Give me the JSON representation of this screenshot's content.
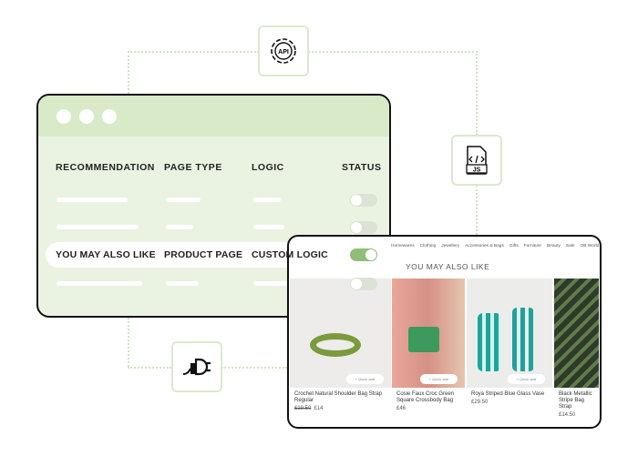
{
  "icons": {
    "api_label": "API",
    "js_label": "JS"
  },
  "table": {
    "headers": [
      "RECOMMENDATION",
      "PAGE TYPE",
      "LOGIC",
      "STATUS"
    ],
    "highlight_row": {
      "recommendation": "YOU MAY ALSO LIKE",
      "page_type": "PRODUCT PAGE",
      "logic": "CUSTOM LOGIC",
      "status_on": true
    }
  },
  "shop": {
    "nav": [
      "Homewares",
      "Clothing",
      "Jewellery",
      "Accessories & Bags",
      "Gifts",
      "Furniture",
      "Beauty",
      "Sale",
      "OB World"
    ],
    "section_title": "YOU MAY ALSO LIKE",
    "quick_add": "+ Quick add",
    "products": [
      {
        "name": "Crochet Natural Shoulder Bag Strap Regular",
        "old_price": "£19.50",
        "price": "£14"
      },
      {
        "name": "Cosie Faux Croc Green Square Crossbody Bag",
        "price": "£46"
      },
      {
        "name": "Roya Striped Blue Glass Vase",
        "price": "£29.50"
      },
      {
        "name": "Black Metallic Stripe Bag Strap",
        "price": "£14.50"
      }
    ]
  }
}
